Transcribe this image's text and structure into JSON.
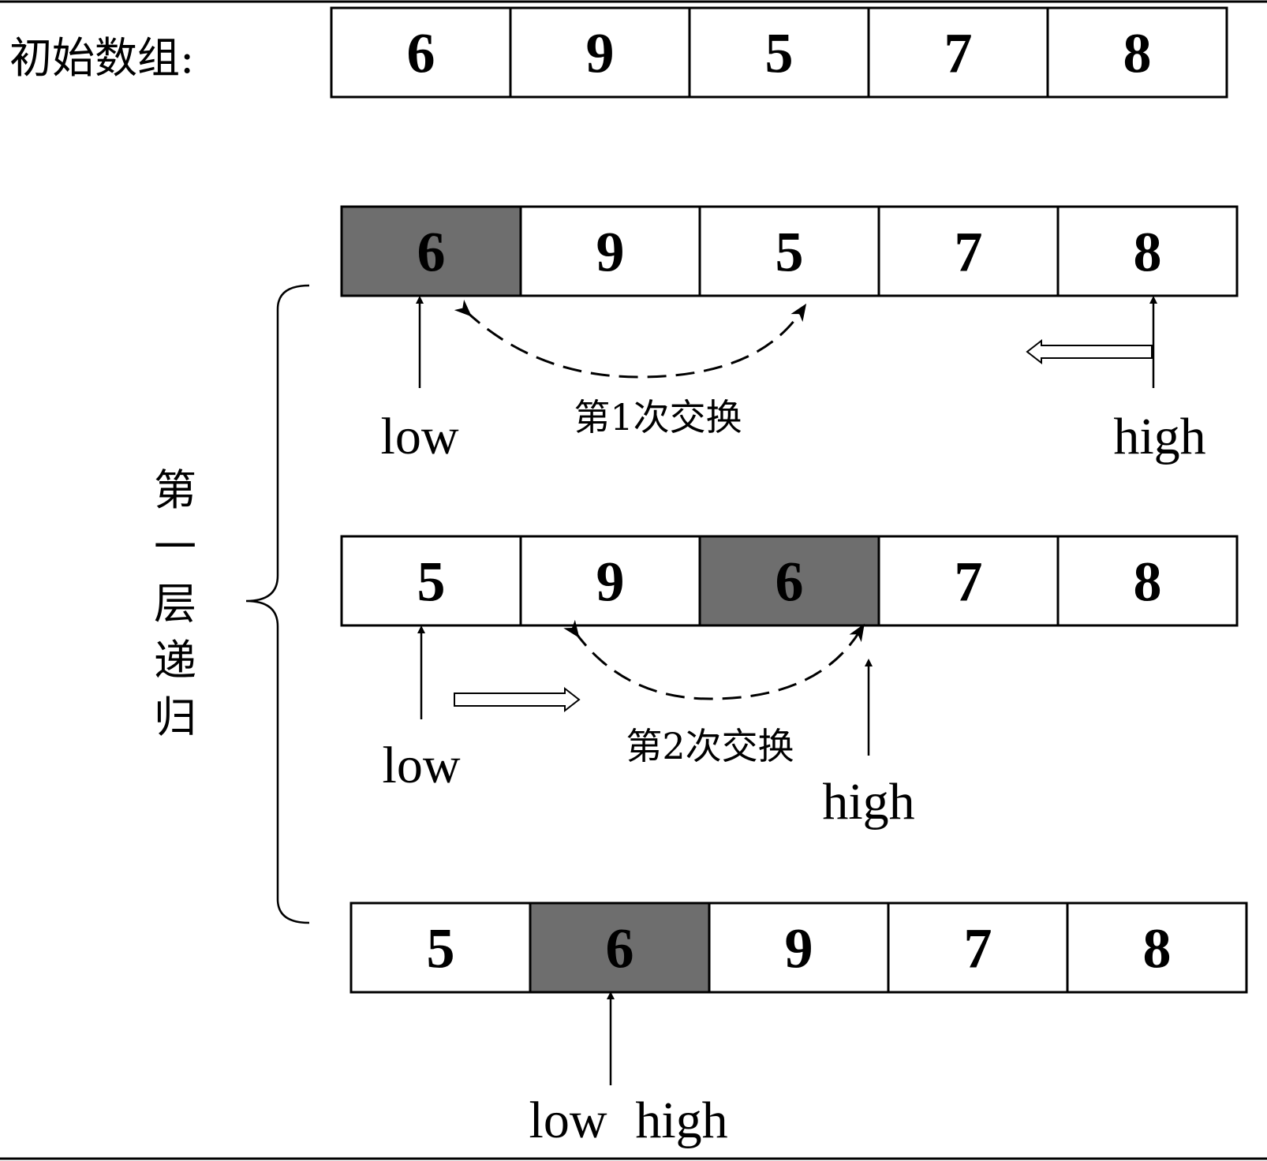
{
  "initial_label": "初始数组:",
  "rows": [
    {
      "values": [
        "6",
        "9",
        "5",
        "7",
        "8"
      ],
      "pivot": null
    },
    {
      "values": [
        "6",
        "9",
        "5",
        "7",
        "8"
      ],
      "pivot": 0
    },
    {
      "values": [
        "5",
        "9",
        "6",
        "7",
        "8"
      ],
      "pivot": 2
    },
    {
      "values": [
        "5",
        "6",
        "9",
        "7",
        "8"
      ],
      "pivot": 1
    }
  ],
  "pointer_low": "low",
  "pointer_high": "high",
  "swap1_label": "第1次交换",
  "swap2_label": "第2次交换",
  "recursion_label": [
    "第",
    "一",
    "层",
    "递",
    "归"
  ],
  "pivot_color": "#6e6e6e"
}
